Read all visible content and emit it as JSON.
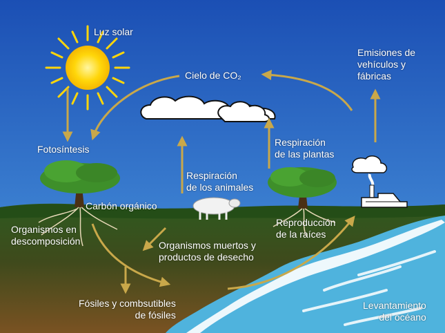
{
  "diagram": {
    "labels": {
      "sunlight": "Luz solar",
      "co2_sky": "Cielo de CO₂",
      "emissions": [
        "Emisiones de",
        "vehículos y",
        "fábricas"
      ],
      "photosynthesis": "Fotosíntesis",
      "plant_respiration": [
        "Respiración",
        "de las plantas"
      ],
      "animal_respiration": [
        "Respiración",
        "de los animales"
      ],
      "organic_carbon": "Carbón orgánico",
      "decomposing": [
        "Organismos en",
        "descomposición"
      ],
      "root_respiration": [
        "Reproducción",
        "de la raíces"
      ],
      "dead_organisms": [
        "Organismos muertos y",
        "productos de desecho"
      ],
      "fossils": [
        "Fósiles y combsutibles",
        "de fósiles"
      ],
      "ocean_uplift": [
        "Levantamiento",
        "del océano"
      ]
    },
    "colors": {
      "sky_top": "#1b4fb4",
      "sky_bottom": "#4d9ae0",
      "ground": "#2e5a1f",
      "soil": "#6b4a1f",
      "ocean": "#4fb3dd",
      "arrow": "#c9a84a",
      "sun": "#ffd60a",
      "text": "#ffffff"
    }
  }
}
